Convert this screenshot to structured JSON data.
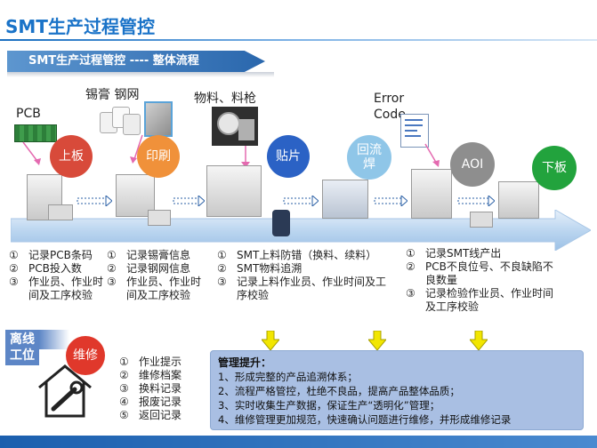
{
  "page_title": "SMT生产过程管控",
  "banner": "SMT生产过程管控 ---- 整体流程",
  "colors": {
    "title": "#1a73c8",
    "banner": "#2a67ad",
    "flow_arrow": "#bcd6f0",
    "step_red": "#d84a3a",
    "step_orange": "#f0913a",
    "step_blue": "#2b62c5",
    "step_lightblue": "#8fc6e8",
    "step_gray": "#8e8e8e",
    "step_green": "#22a33d",
    "repair": "#e0382b",
    "mgmt_box": "#a9bfe3",
    "down_arrow": "#f2e600"
  },
  "materials": {
    "pcb": "PCB",
    "paste_stencil": "锡膏  钢网",
    "feeder_gun": "物料、料枪",
    "error_code": "Error Code"
  },
  "steps": [
    "上板",
    "印刷",
    "贴片",
    "回流焊",
    "AOI",
    "下板"
  ],
  "lists": {
    "board_loading": [
      {
        "num": "①",
        "text": "记录PCB条码"
      },
      {
        "num": "②",
        "text": "PCB投入数"
      },
      {
        "num": "③",
        "text": "作业员、作业时间及工序校验"
      }
    ],
    "printing": [
      {
        "num": "①",
        "text": "记录锡膏信息"
      },
      {
        "num": "②",
        "text": "记录钢网信息"
      },
      {
        "num": "③",
        "text": "作业员、作业时间及工序校验"
      }
    ],
    "placement": [
      {
        "num": "①",
        "text": "SMT上料防错（换料、续料）"
      },
      {
        "num": "②",
        "text": "SMT物料追溯"
      },
      {
        "num": "③",
        "text": "记录上料作业员、作业时间及工序校验"
      }
    ],
    "aoi": [
      {
        "num": "①",
        "text": "记录SMT线产出"
      },
      {
        "num": "②",
        "text": "PCB不良位号、不良缺陷不良数量"
      },
      {
        "num": "③",
        "text": "记录检验作业员、作业时间及工序校验"
      }
    ],
    "repair": [
      {
        "num": "①",
        "text": "作业提示"
      },
      {
        "num": "②",
        "text": "维修档案"
      },
      {
        "num": "③",
        "text": "换料记录"
      },
      {
        "num": "④",
        "text": "报废记录"
      },
      {
        "num": "⑤",
        "text": "返回记录"
      }
    ]
  },
  "offline_label": "离线工位",
  "repair_label": "维修",
  "management": {
    "title": "管理提升：",
    "items": [
      "1、形成完整的产品追溯体系；",
      "2、流程严格管控，杜绝不良品，提高产品整体品质；",
      "3、实时收集生产数据，保证生产“透明化”管理；",
      "4、维修管理更加规范，快速确认问题进行维修，并形成维修记录"
    ]
  }
}
